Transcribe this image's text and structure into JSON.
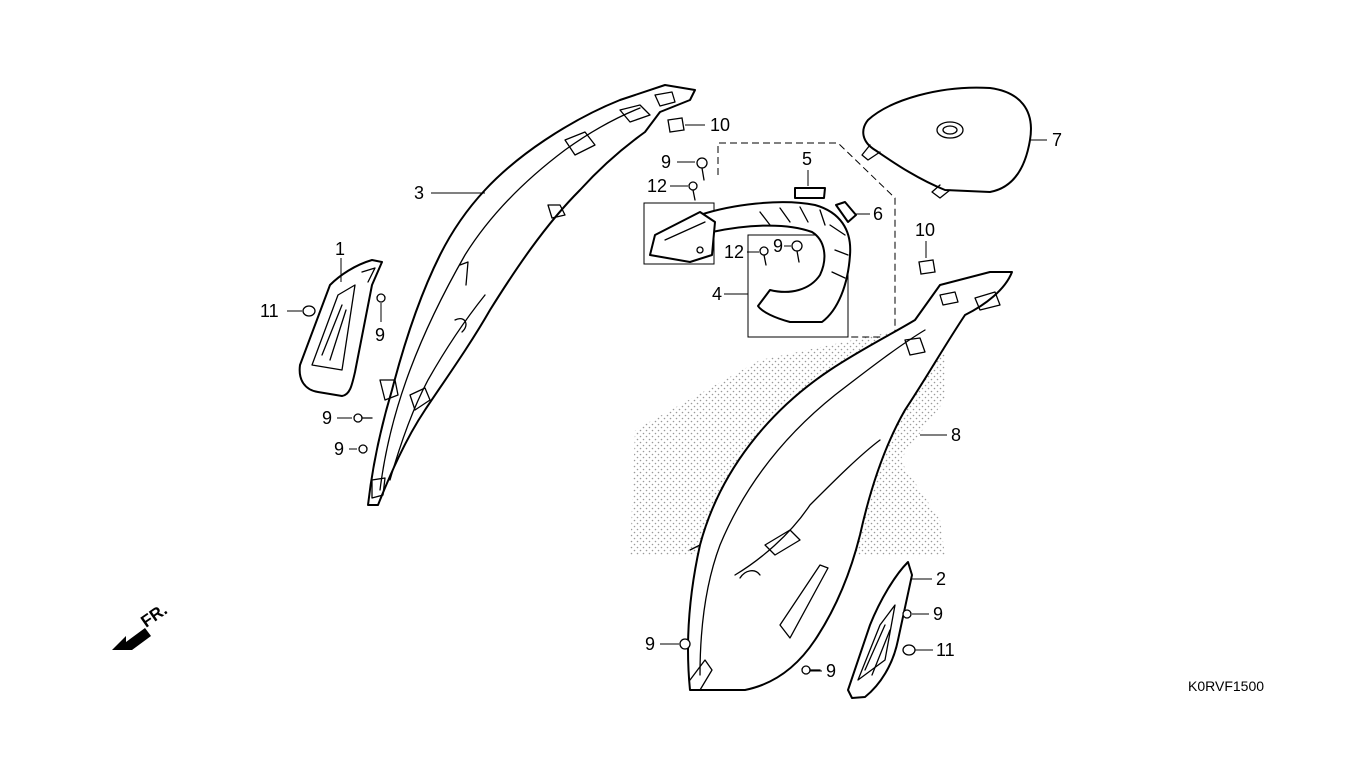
{
  "callouts": {
    "c1": "1",
    "c2": "2",
    "c3": "3",
    "c4": "4",
    "c5": "5",
    "c6": "6",
    "c7": "7",
    "c8": "8",
    "c9": "9",
    "c10": "10",
    "c11": "11",
    "c12": "12"
  },
  "direction_label": "FR.",
  "diagram_code": "K0RVF1500",
  "colors": {
    "line": "#000000",
    "background": "#ffffff",
    "stipple": "#9a9a9a"
  },
  "icons": {
    "direction": "arrow-front-icon"
  }
}
